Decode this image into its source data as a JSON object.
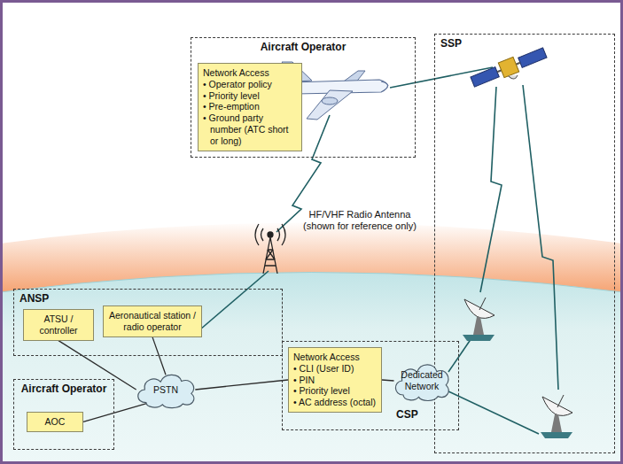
{
  "diagram": {
    "nodes": [
      {
        "text": [
          "Aircraft Operator"
        ]
      },
      {
        "text": [
          "Network Access",
          "• Operator policy",
          "• Priority level",
          "• Pre-emption",
          "• Ground party number (ATC short or long)"
        ],
        "in": 0
      },
      {
        "text": [
          "SSP"
        ]
      },
      {
        "text": [
          "ANSP"
        ]
      },
      {
        "text": [
          "ATSU / controller"
        ],
        "in": 3
      },
      {
        "text": [
          "Aeronautical station / radio operator"
        ],
        "in": 3
      },
      {
        "text": [
          "Aircraft Operator"
        ]
      },
      {
        "text": [
          "AOC"
        ],
        "in": 6
      },
      {
        "text": [
          "PSTN"
        ]
      },
      {
        "text": [
          "CSP"
        ]
      },
      {
        "text": [
          "Network Access",
          "• CLI (User ID)",
          "• PIN",
          "• Priority level",
          "• AC address (octal)"
        ],
        "in": 9
      },
      {
        "text": [
          "Dedicated Network"
        ],
        "in": 9
      }
    ],
    "edges": [
      {
        "from": 4,
        "to": 8,
        "arrow": "none"
      },
      {
        "from": 5,
        "to": 8,
        "arrow": "none"
      },
      {
        "from": 7,
        "to": 8,
        "arrow": "none"
      },
      {
        "from": 8,
        "to": 10,
        "arrow": "none"
      },
      {
        "from": 10,
        "to": 11,
        "arrow": "none"
      }
    ],
    "labels": [
      "HF/VHF Radio Antenna (shown for reference only)"
    ]
  }
}
